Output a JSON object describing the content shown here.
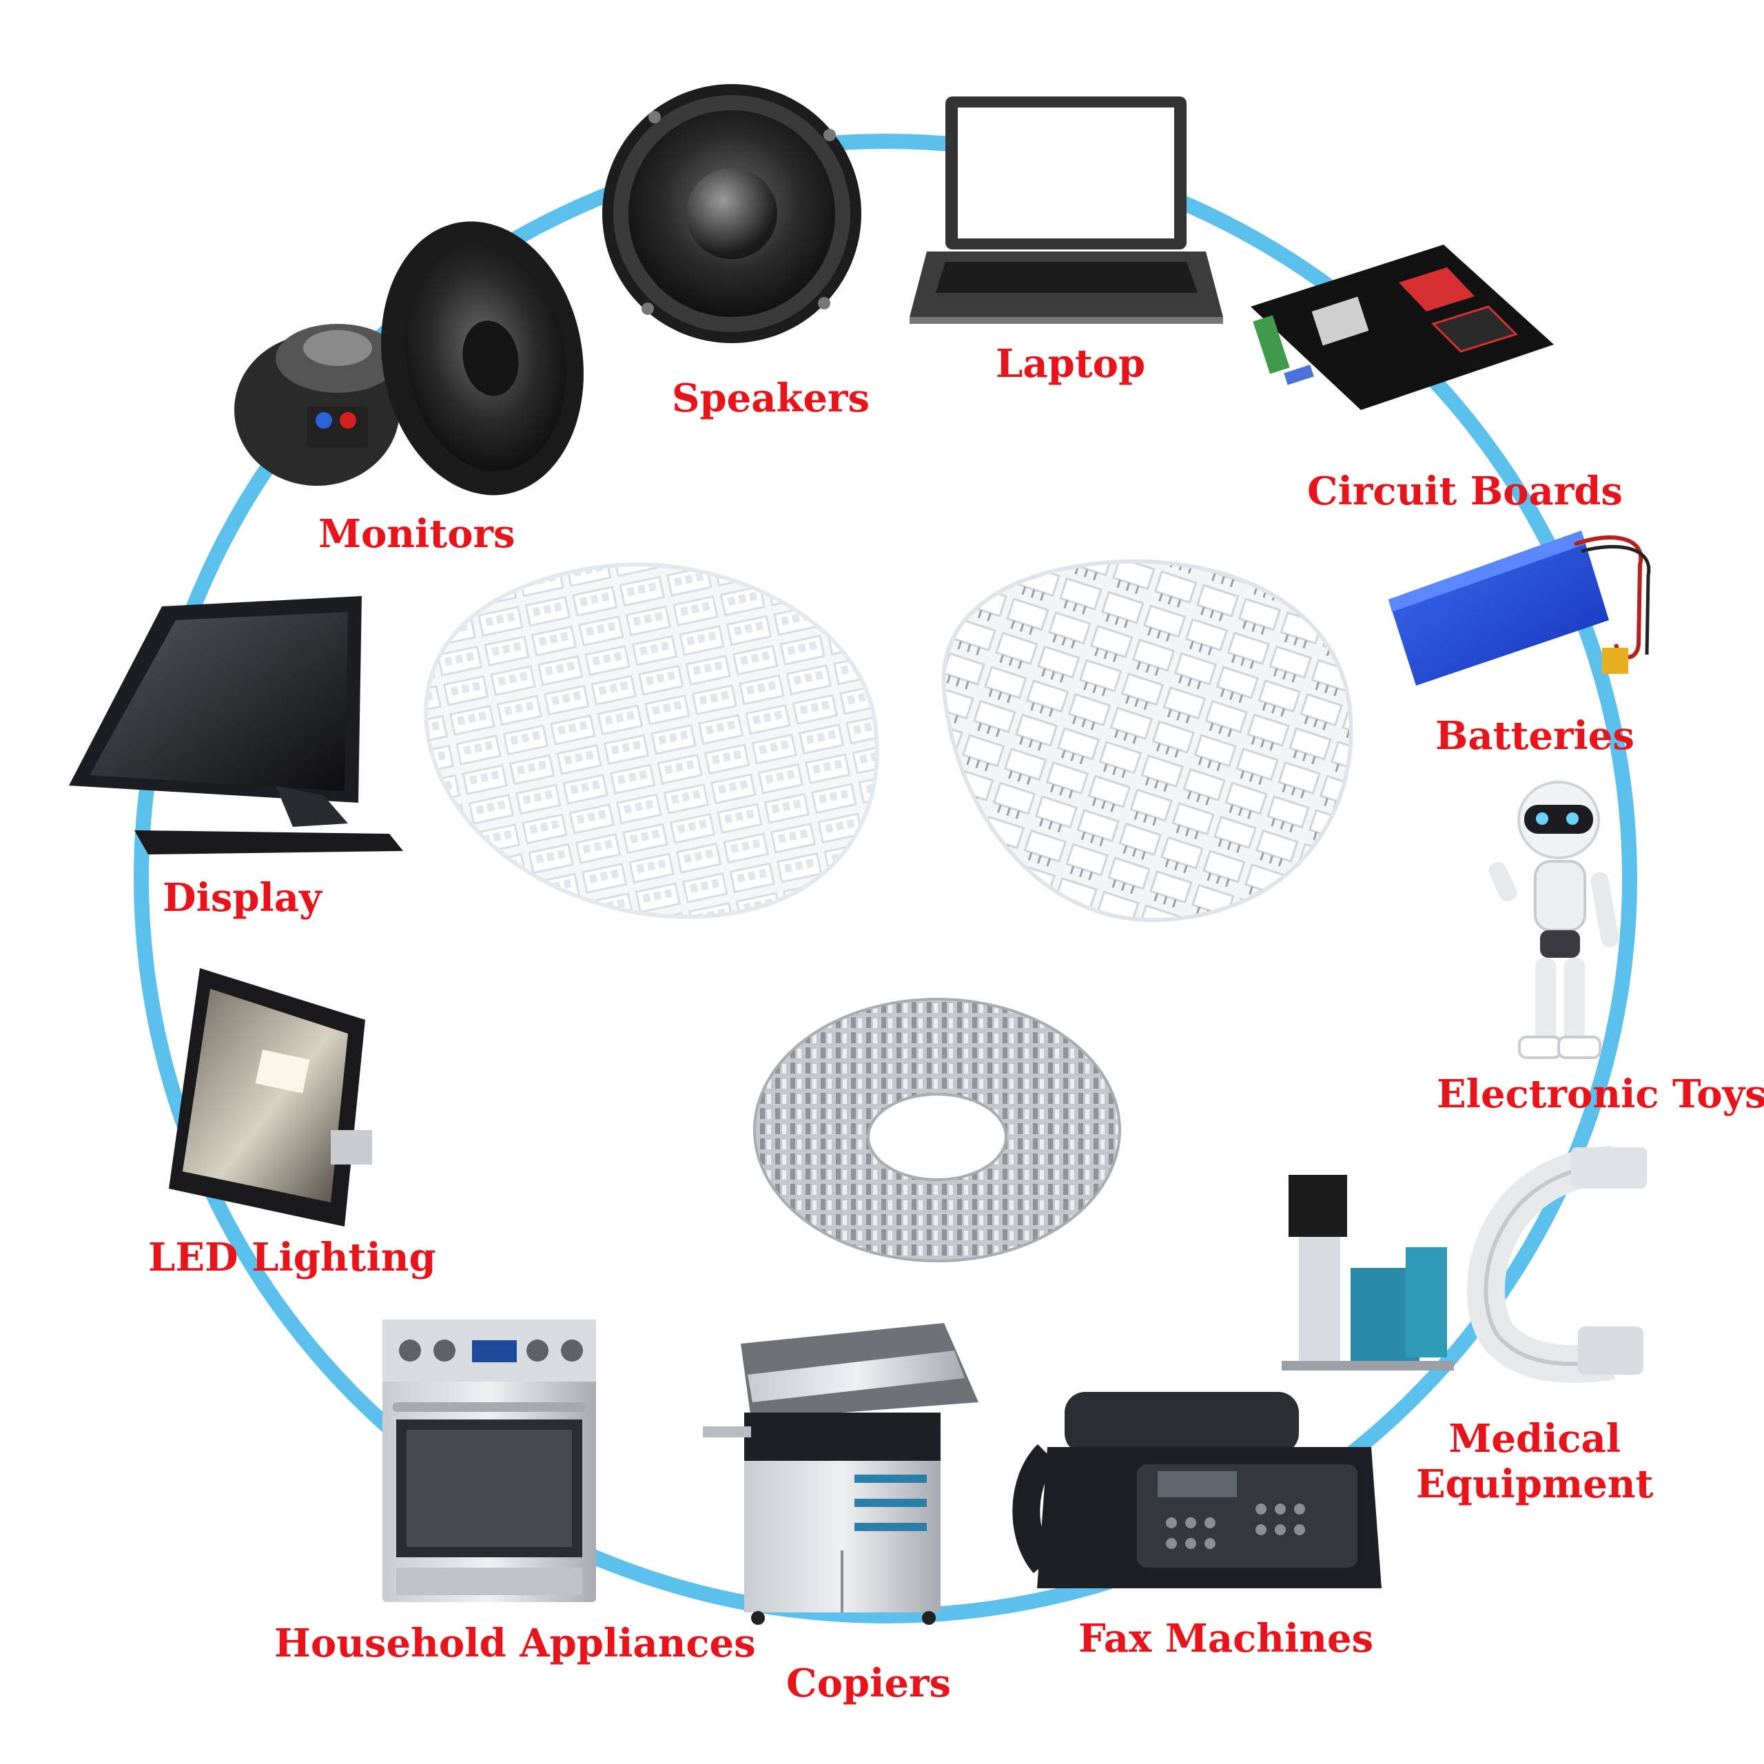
{
  "colors": {
    "ring": "#5bc0ec",
    "label": "#e8141c"
  },
  "labels": {
    "speakers": "Speakers",
    "laptop": "Laptop",
    "monitors": "Monitors",
    "circuit_boards": "Circuit Boards",
    "batteries": "Batteries",
    "display": "Display",
    "electronic_toys": "Electronic Toys",
    "led_lighting": "LED Lighting",
    "medical_equipment_line1": "Medical",
    "medical_equipment_line2": "Equipment",
    "household_appliances": "Household Appliances",
    "copiers": "Copiers",
    "fax_machines": "Fax Machines"
  },
  "icons": [
    "loudspeaker-driver-icon",
    "subwoofer-driver-icon",
    "laptop-icon",
    "motherboard-icon",
    "battery-pack-icon",
    "robot-toy-icon",
    "medical-c-arm-icon",
    "fax-machine-icon",
    "photocopier-icon",
    "oven-icon",
    "led-floodlight-icon",
    "touchscreen-display-icon",
    "housing-connectors-pile-icon",
    "pin-header-connectors-pile-icon",
    "crimp-terminal-reel-icon"
  ]
}
